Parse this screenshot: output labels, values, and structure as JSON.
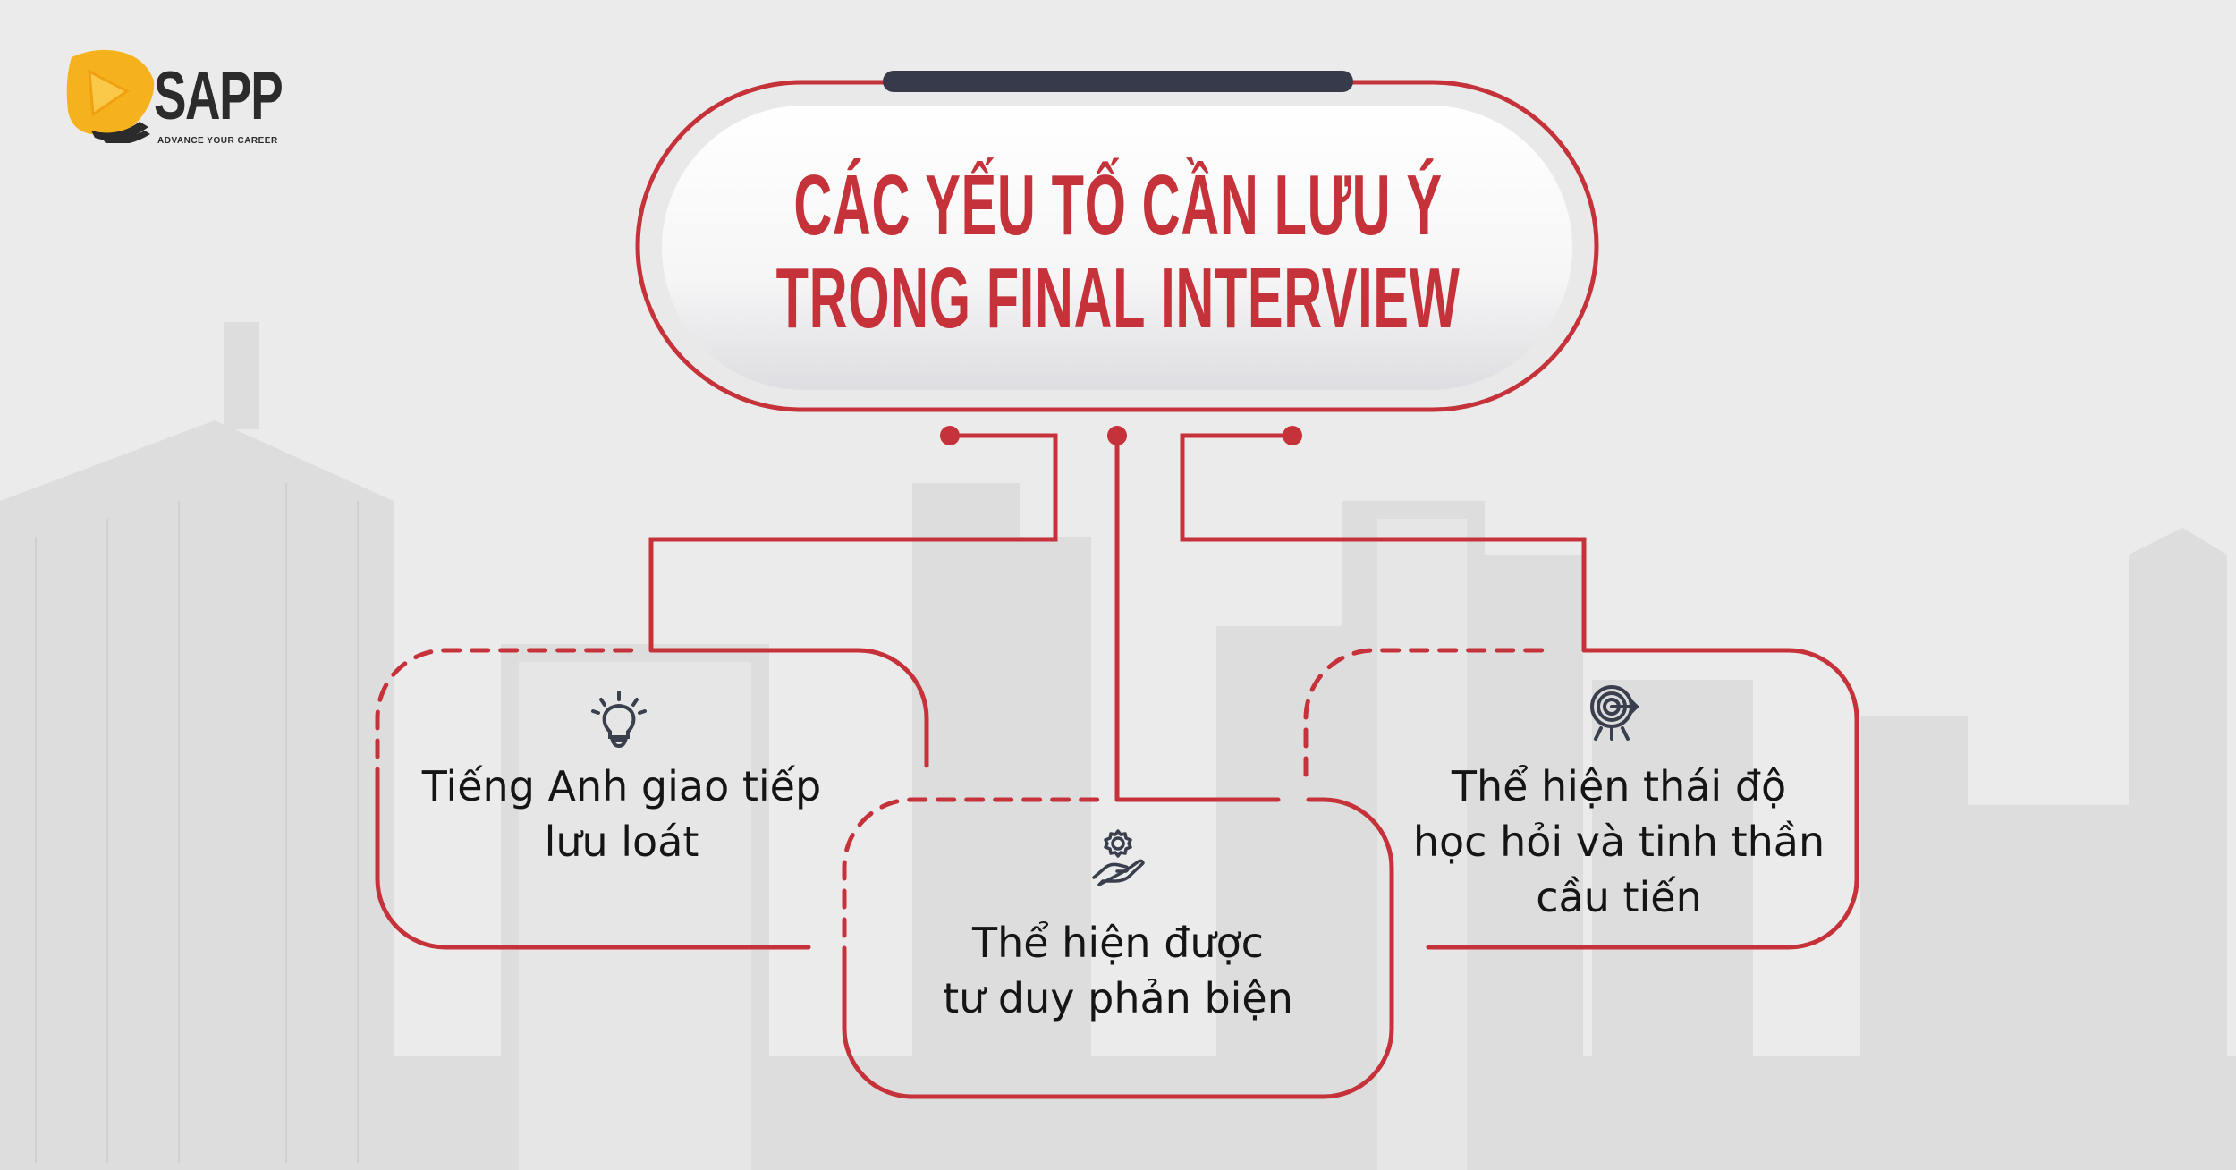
{
  "brand": {
    "name": "SAPP",
    "tagline": "ADVANCE YOUR CAREER",
    "logo_icon": "yellow-play-shield-icon",
    "colors": {
      "logo_yellow": "#f6b21c",
      "logo_text": "#2b2b2b"
    }
  },
  "title": {
    "line1": "CÁC YẾU TỐ CẦN LƯU Ý",
    "line2": "TRONG FINAL INTERVIEW"
  },
  "colors": {
    "accent_red": "#c5323a",
    "handle_dark": "#363a4a",
    "background": "#ebebeb",
    "text": "#151515",
    "icon": "#3a3f4d"
  },
  "cards": [
    {
      "icon": "lightbulb-icon",
      "lines": [
        "Tiếng Anh giao tiếp",
        "lưu loát"
      ]
    },
    {
      "icon": "gear-hand-icon",
      "lines": [
        "Thể hiện được",
        "tư duy phản biện"
      ]
    },
    {
      "icon": "target-arrow-icon",
      "lines": [
        "Thể hiện thái độ",
        "học hỏi và tinh thần",
        "cầu tiến"
      ]
    }
  ]
}
